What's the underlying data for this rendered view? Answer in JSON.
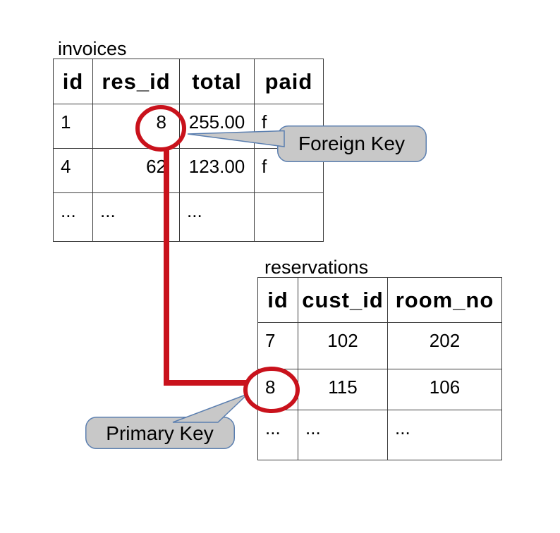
{
  "diagram": {
    "colors": {
      "relationship_red": "#c9121c",
      "callout_fill": "#c8c8c8",
      "callout_border": "#5b7fb0",
      "table_border": "#3c3c3c"
    }
  },
  "tables": {
    "invoices": {
      "label": "invoices",
      "headers": [
        "id",
        "res_id",
        "total",
        "paid"
      ],
      "rows": [
        [
          "1",
          "8",
          "255.00",
          "f"
        ],
        [
          "4",
          "62",
          "123.00",
          "f"
        ],
        [
          "...",
          "...",
          "...",
          ""
        ]
      ]
    },
    "reservations": {
      "label": "reservations",
      "headers": [
        "id",
        "cust_id",
        "room_no"
      ],
      "rows": [
        [
          "7",
          "102",
          "202"
        ],
        [
          "8",
          "115",
          "106"
        ],
        [
          "...",
          "...",
          "..."
        ]
      ]
    }
  },
  "callouts": {
    "foreign_key": {
      "label": "Foreign Key"
    },
    "primary_key": {
      "label": "Primary Key"
    }
  }
}
